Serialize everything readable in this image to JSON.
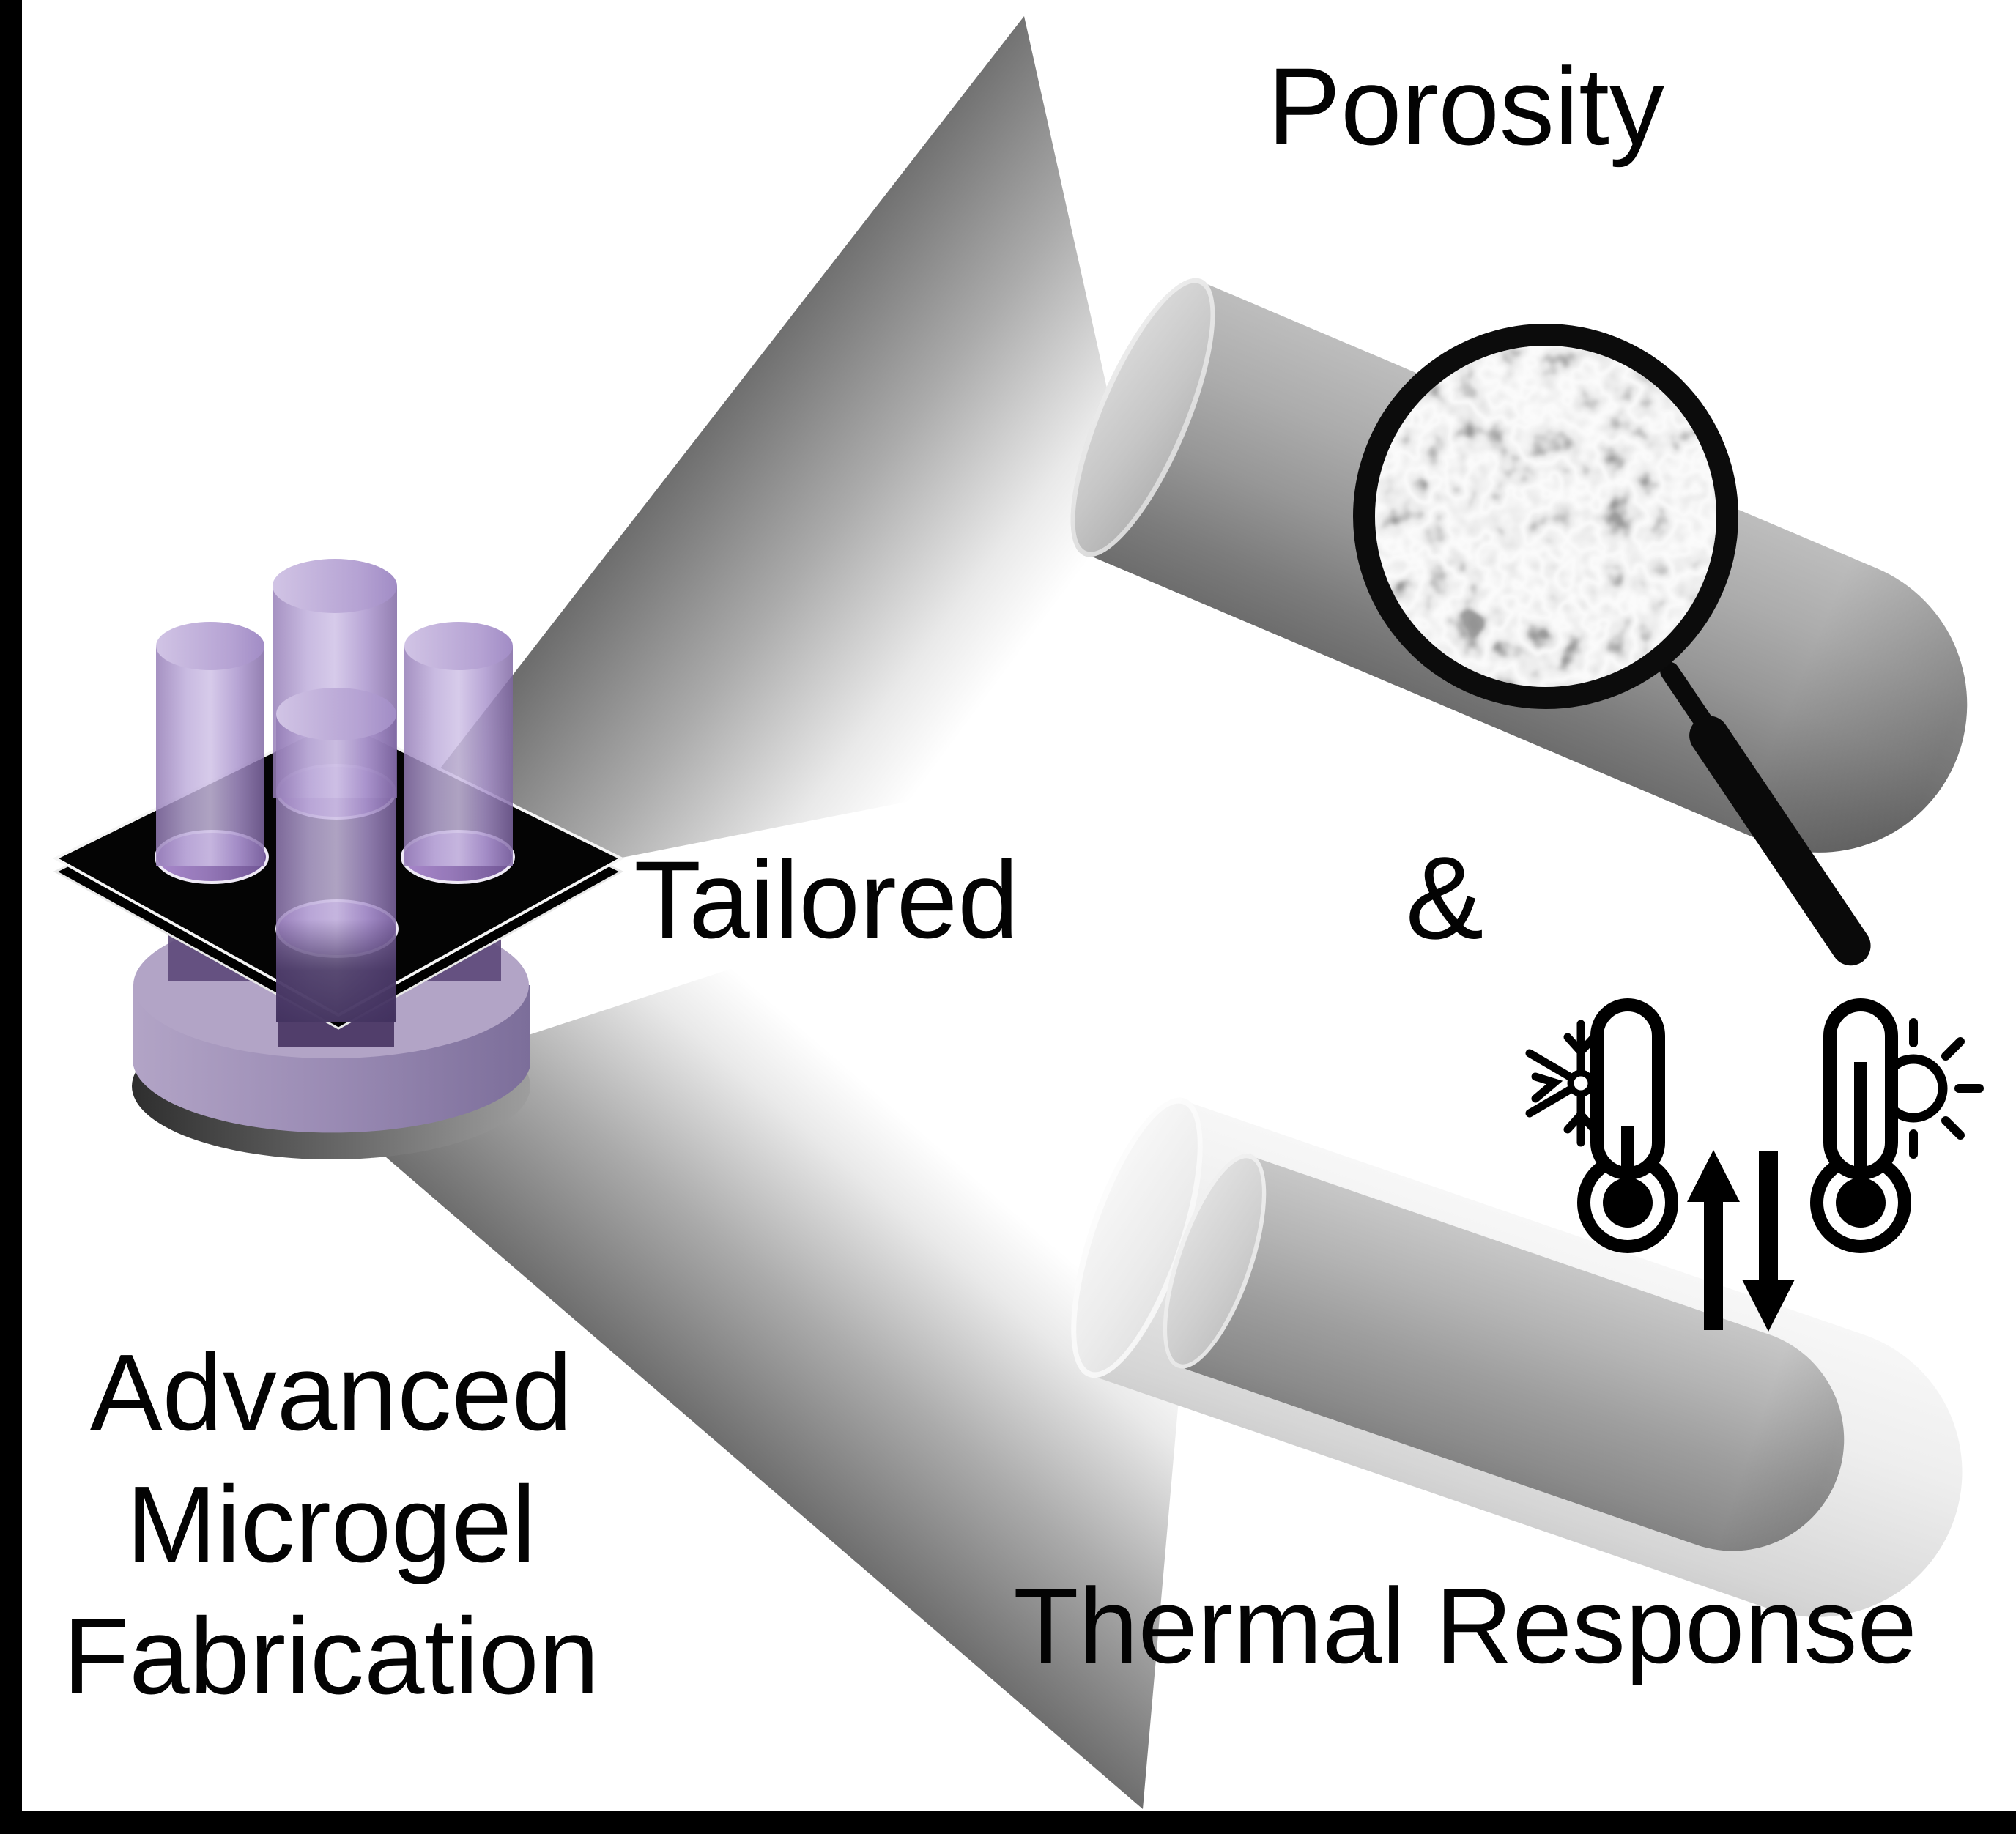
{
  "figure": {
    "background": "#ffffff",
    "frame_color": "#000000",
    "left_panel": {
      "tailored_label": "Tailored",
      "caption_lines": [
        "Advanced",
        "Microgel",
        "Fabrication"
      ],
      "device": {
        "description": "black mold plate with wells on purple base, translucent microgel cylinders",
        "plate_color": "#000000",
        "microgel_color": "#b7a4d6",
        "well_color": "#9578b8",
        "base_color": "#a294bd",
        "base_rim_color": "#4a4a4a",
        "well_count": 4,
        "cylinder_count": 4
      },
      "beam_edge_color": "#6e6e6e"
    },
    "right_panel": {
      "porosity_label": "Porosity",
      "ampersand": "&",
      "thermal_label": "Thermal Response",
      "porous_cylinder_color": "#979797",
      "swollen_cylinder_color": "#ececec",
      "shrunken_cylinder_color": "#9b9b9b",
      "icons": {
        "magnifier": "magnifier-icon",
        "snowflake": "snowflake-icon",
        "cold_thermometer": "thermometer-cold-icon",
        "hot_thermometer": "thermometer-hot-icon",
        "sun": "sun-icon",
        "up_arrow": "up-arrow-icon",
        "down_arrow": "down-arrow-icon"
      }
    }
  }
}
